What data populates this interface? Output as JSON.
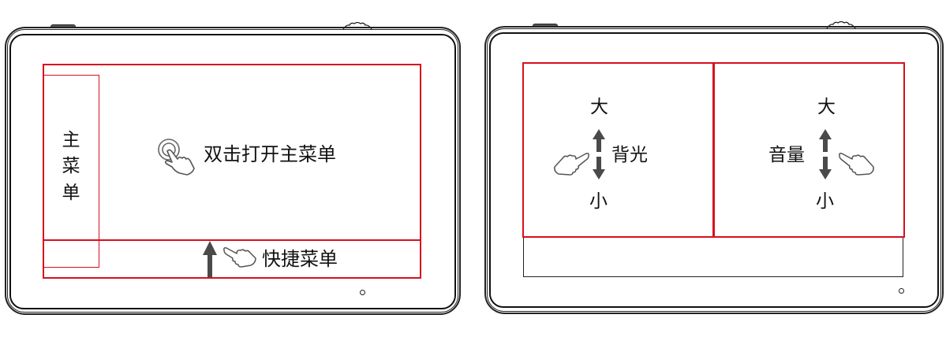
{
  "left_panel": {
    "main_menu_vertical": [
      "主",
      "菜",
      "单"
    ],
    "double_tap_text": "双击打开主菜单",
    "quick_menu_text": "快捷菜单",
    "icons": [
      "double-tap-hand-icon",
      "swipe-up-arrow-icon",
      "pointing-hand-icon"
    ]
  },
  "right_panel": {
    "backlight": {
      "high": "大",
      "label": "背光",
      "low": "小"
    },
    "volume": {
      "high": "大",
      "label": "音量",
      "low": "小"
    },
    "icons": [
      "up-down-arrow-icon",
      "pointing-hand-icon"
    ]
  },
  "colors": {
    "zone_outline": "#d6101e",
    "device_outline": "#222222",
    "arrow": "#4a4a4a"
  }
}
